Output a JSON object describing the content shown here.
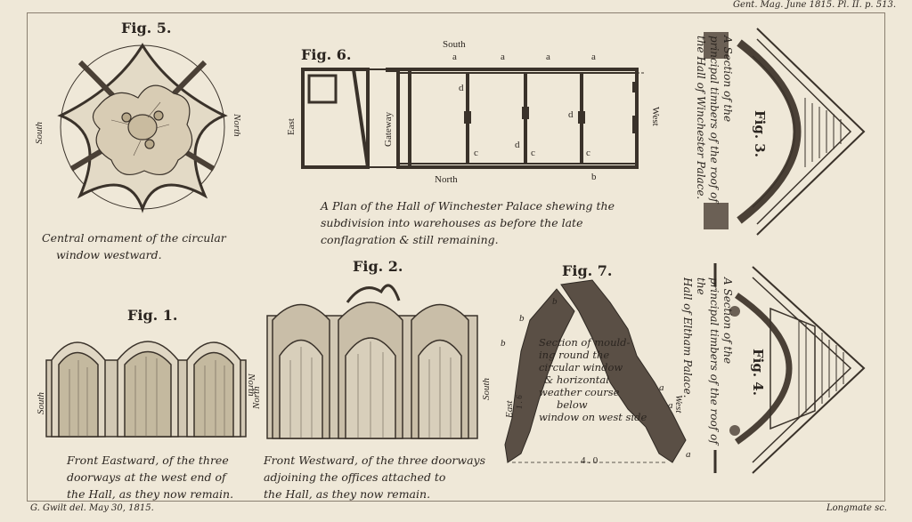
{
  "header": {
    "citation": "Gent. Mag. June 1815. Pl. II. p. 513."
  },
  "footer": {
    "left": "G. Gwilt del. May 30, 1815.",
    "right": "Longmate sc."
  },
  "fig5": {
    "title": "Fig. 5.",
    "south": "South",
    "north": "North",
    "caption_l1": "Central ornament of the circular",
    "caption_l2": "window westward."
  },
  "fig6": {
    "title": "Fig. 6.",
    "south": "South",
    "north": "North",
    "east": "East",
    "west": "West",
    "gateway": "Gateway",
    "mark_a": "a",
    "mark_b": "b",
    "mark_c": "c",
    "mark_d": "d",
    "caption_l1": "A Plan of the Hall of Winchester Palace shewing the",
    "caption_l2": "subdivision into warehouses as before the late",
    "caption_l3": "conflagration & still remaining."
  },
  "fig3": {
    "title": "Fig. 3.",
    "caption_l1": "A Section of the",
    "caption_l2": "principal timbers of the roof of",
    "caption_l3": "the Hall of Winchester Palace."
  },
  "fig1": {
    "title": "Fig. 1.",
    "south": "South",
    "north": "North",
    "caption_l1": "Front Eastward, of the three",
    "caption_l2": "doorways at the west end of",
    "caption_l3": "the Hall, as they now remain."
  },
  "fig2": {
    "title": "Fig. 2.",
    "north": "North",
    "south": "South",
    "caption_l1": "Front Westward, of the three doorways",
    "caption_l2": "adjoining the offices attached to",
    "caption_l3": "the Hall, as they now remain."
  },
  "fig7": {
    "title": "Fig. 7.",
    "mark_a": "a",
    "mark_b": "b",
    "east": "East",
    "west": "West",
    "measure": "4 . 0",
    "measure_side": "1 . 6",
    "caption_l1": "Section of mould-",
    "caption_l2": "ing round the",
    "caption_l3": "circular window",
    "caption_l4": "& horizontal",
    "caption_l5": "weather course",
    "caption_l6": "below",
    "caption_l7": "window on west side"
  },
  "fig4": {
    "title": "Fig. 4.",
    "caption_l1": "A Section of the",
    "caption_l2": "principal timbers of the roof of the",
    "caption_l3": "Hall of Eltham Palace."
  }
}
